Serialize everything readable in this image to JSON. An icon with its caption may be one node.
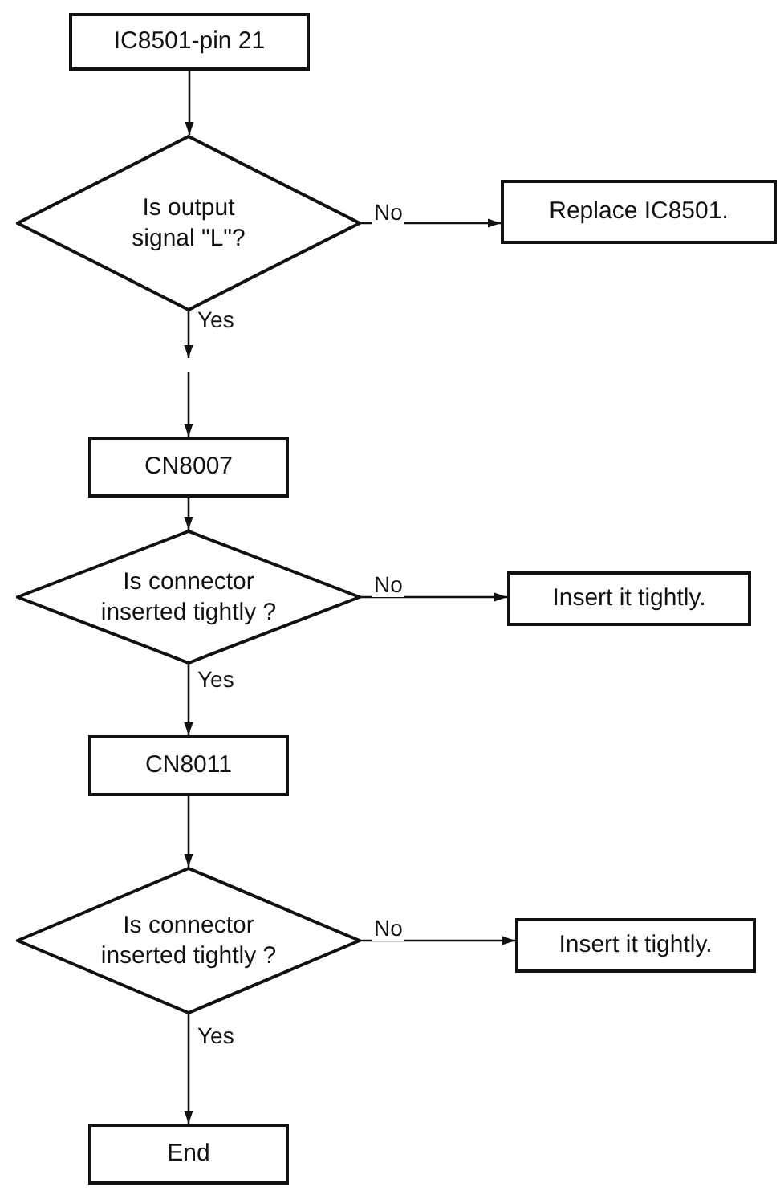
{
  "diagram": {
    "nodes": [
      {
        "text": [
          "IC8501-pin 21"
        ]
      },
      {
        "text": [
          "Is output signal \"L\"?"
        ]
      },
      {
        "text": [
          "Replace IC8501."
        ]
      },
      {
        "text": [
          "CN8007"
        ]
      },
      {
        "text": [
          "Is connector inserted tightly ?"
        ]
      },
      {
        "text": [
          "Insert it tightly."
        ]
      },
      {
        "text": [
          "CN8011"
        ]
      },
      {
        "text": [
          "Is connector inserted tightly ?"
        ]
      },
      {
        "text": [
          "Insert it tightly."
        ]
      },
      {
        "text": [
          "End"
        ]
      }
    ],
    "edges": [
      {
        "from": 0,
        "to": 1,
        "arrow": "to"
      },
      {
        "from": 1,
        "to": 2,
        "arrow": "to",
        "label": "No"
      },
      {
        "from": 1,
        "to": null,
        "arrow": "to",
        "label": "Yes"
      },
      {
        "from": null,
        "to": 3,
        "arrow": "to"
      },
      {
        "from": 3,
        "to": 4,
        "arrow": "to"
      },
      {
        "from": 4,
        "to": 5,
        "arrow": "to",
        "label": "No"
      },
      {
        "from": 4,
        "to": 6,
        "arrow": "to",
        "label": "Yes"
      },
      {
        "from": 6,
        "to": 7,
        "arrow": "to"
      },
      {
        "from": 7,
        "to": 8,
        "arrow": "to",
        "label": "No"
      },
      {
        "from": 7,
        "to": 9,
        "arrow": "to",
        "label": "Yes"
      }
    ]
  }
}
